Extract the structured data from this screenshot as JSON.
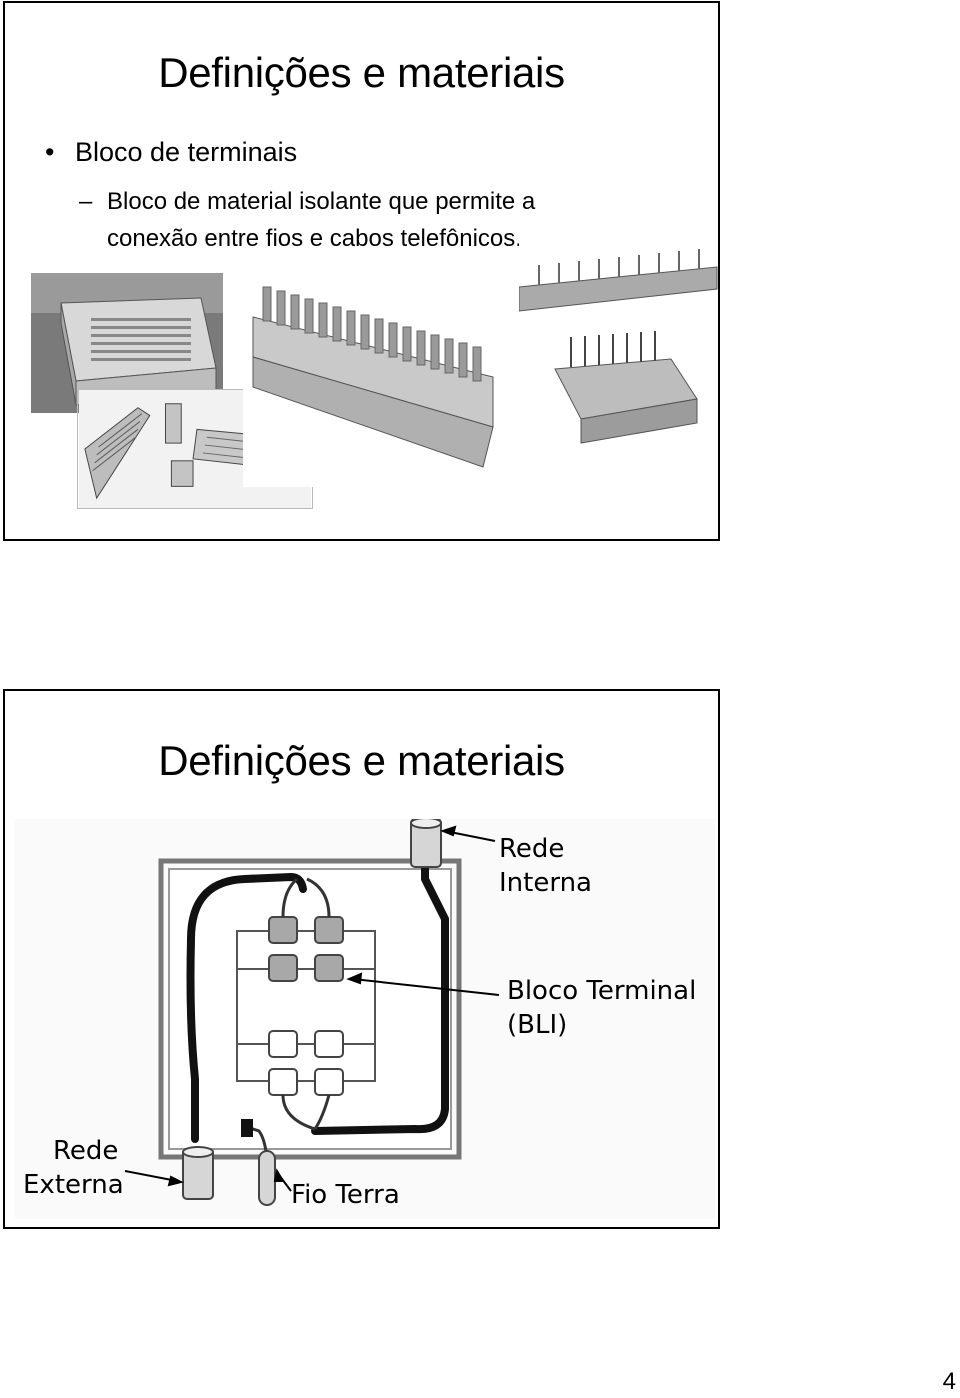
{
  "slide1": {
    "title": "Definições e materiais",
    "bullet": "Bloco de terminais",
    "subbullet_line1": "Bloco de material isolante que permite a",
    "subbullet_line2": "conexão entre fios e cabos telefônicos."
  },
  "slide2": {
    "title": "Definições e materiais",
    "labels": {
      "rede_interna_1": "Rede",
      "rede_interna_2": "Interna",
      "bloco_terminal_1": "Bloco Terminal",
      "bloco_terminal_2": "(BLI)",
      "rede_externa_1": "Rede",
      "rede_externa_2": "Externa",
      "fio_terra": "Fio Terra"
    }
  },
  "page_number": "4"
}
